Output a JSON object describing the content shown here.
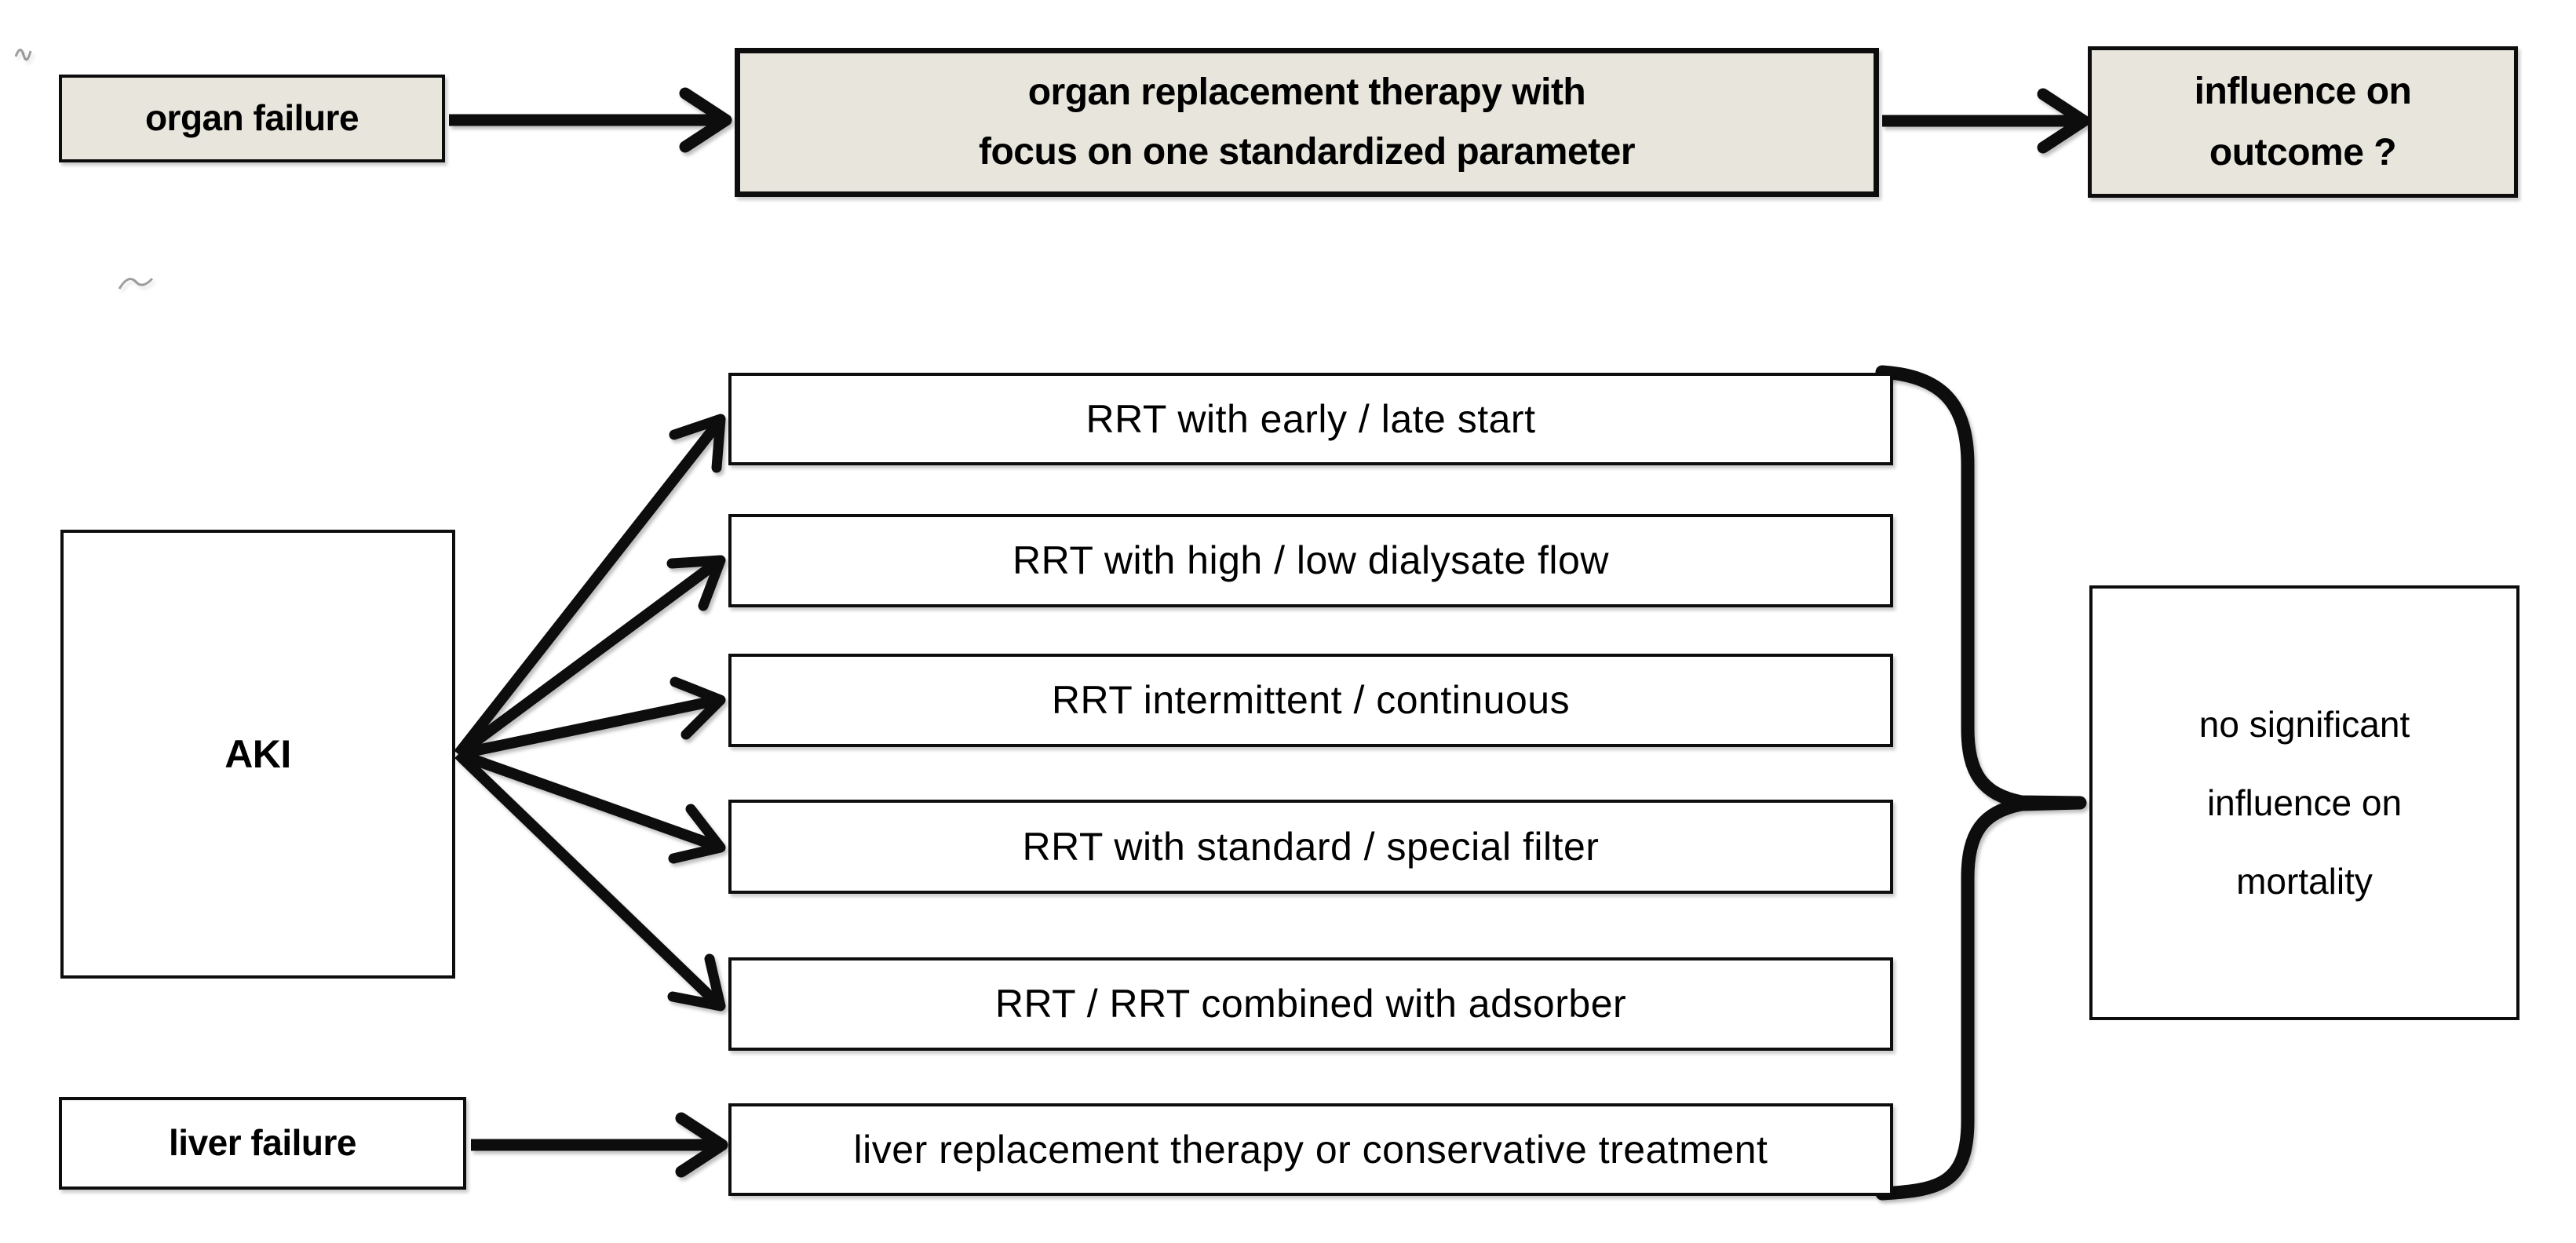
{
  "boxes": {
    "organ_failure": "organ failure",
    "therapy_line1": "organ replacement therapy with",
    "therapy_line2": "focus on one standardized parameter",
    "influence_line1": "influence on",
    "influence_line2": "outcome ?",
    "aki": "AKI",
    "liver_failure": "liver failure",
    "liver_treatment": "liver replacement therapy or conservative treatment",
    "outcome_line1": "no significant",
    "outcome_line2": "influence on",
    "outcome_line3": "mortality"
  },
  "rrt_interventions": [
    "RRT with early / late start",
    "RRT with high / low dialysate flow",
    "RRT intermittent / continuous",
    "RRT with standard / special filter",
    "RRT / RRT combined with adsorber"
  ],
  "colors": {
    "beige_fill": "#e8e6dc",
    "white_fill": "#ffffff",
    "line_black": "#0d0d0d"
  }
}
